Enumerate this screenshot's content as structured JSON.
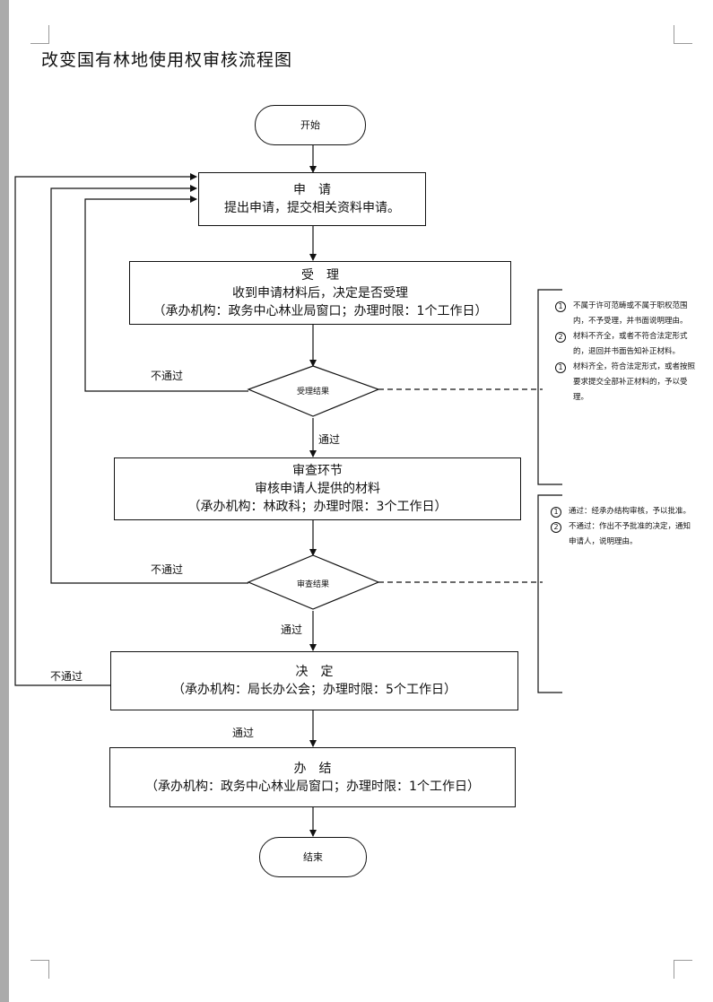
{
  "title": "改变国有林地使用权审核流程图",
  "nodes": {
    "start": "开始",
    "apply": {
      "heading": "申　请",
      "line1": "提出申请，提交相关资料申请。"
    },
    "accept": {
      "heading": "受　理",
      "line1": "收到申请材料后，决定是否受理",
      "line2": "（承办机构：政务中心林业局窗口；办理时限：1个工作日）"
    },
    "decision1": "受理结果",
    "review": {
      "heading": "审查环节",
      "line1": "审核申请人提供的材料",
      "line2": "（承办机构：林政科；办理时限：3个工作日）"
    },
    "decision2": "审查结果",
    "decide": {
      "heading": "决　定",
      "line1": "（承办机构：局长办公会；办理时限：5个工作日）"
    },
    "conclude": {
      "heading": "办　结",
      "line1": "（承办机构：政务中心林业局窗口；办理时限：1个工作日）"
    },
    "end": "结束"
  },
  "edge_labels": {
    "fail1": "不通过",
    "pass1": "通过",
    "fail2": "不通过",
    "pass2": "通过",
    "fail3": "不通过",
    "pass3": "通过"
  },
  "notes1": [
    {
      "num": "1",
      "text": "不属于许可范畴或不属于职权范围内，不予受理，并书面说明理由。"
    },
    {
      "num": "2",
      "text": "材料不齐全，或者不符合法定形式的，退回并书面告知补正材料。"
    },
    {
      "num": "1",
      "text": "材料齐全，符合法定形式，或者按照要求提交全部补正材料的，予以受理。"
    }
  ],
  "notes2": [
    {
      "num": "1",
      "text": "通过：经承办结构审核，予以批准。"
    },
    {
      "num": "2",
      "text": "不通过：作出不予批准的决定，通知申请人，说明理由。"
    }
  ]
}
